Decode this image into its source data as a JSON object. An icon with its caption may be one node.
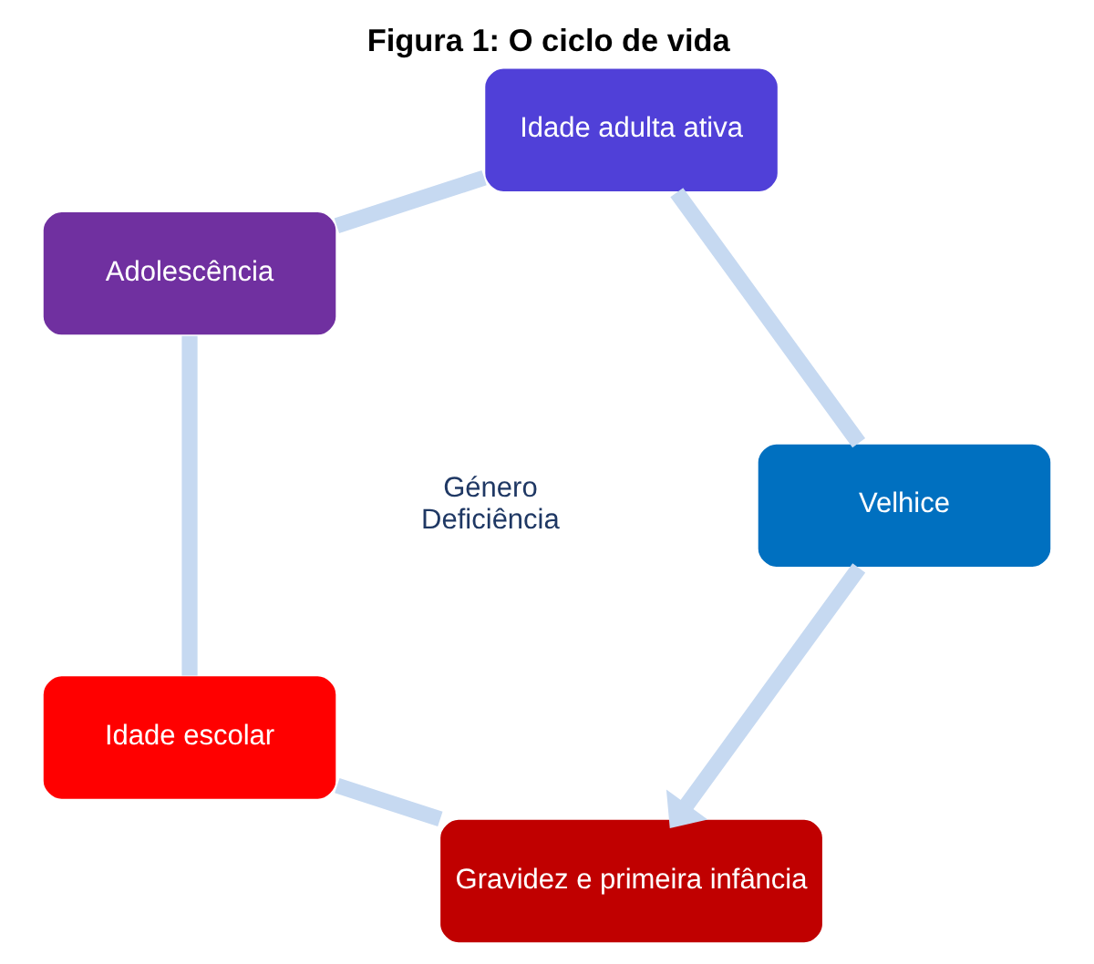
{
  "diagram": {
    "title": "Figura 1: O ciclo de vida",
    "nodes": [
      {
        "text": [
          "Gravidez e primeira infância"
        ]
      },
      {
        "text": [
          "Idade escolar"
        ]
      },
      {
        "text": [
          "Adolescência"
        ]
      },
      {
        "text": [
          "Idade adulta ativa"
        ]
      },
      {
        "text": [
          "Velhice"
        ]
      }
    ],
    "edges": [
      {
        "from": 0,
        "to": 1,
        "arrow": "none"
      },
      {
        "from": 1,
        "to": 2,
        "arrow": "none"
      },
      {
        "from": 2,
        "to": 3,
        "arrow": "none"
      },
      {
        "from": 3,
        "to": 4,
        "arrow": "none"
      },
      {
        "from": 4,
        "to": 0,
        "arrow": "to"
      }
    ],
    "labels": [
      "Género",
      "Deficiência"
    ]
  }
}
